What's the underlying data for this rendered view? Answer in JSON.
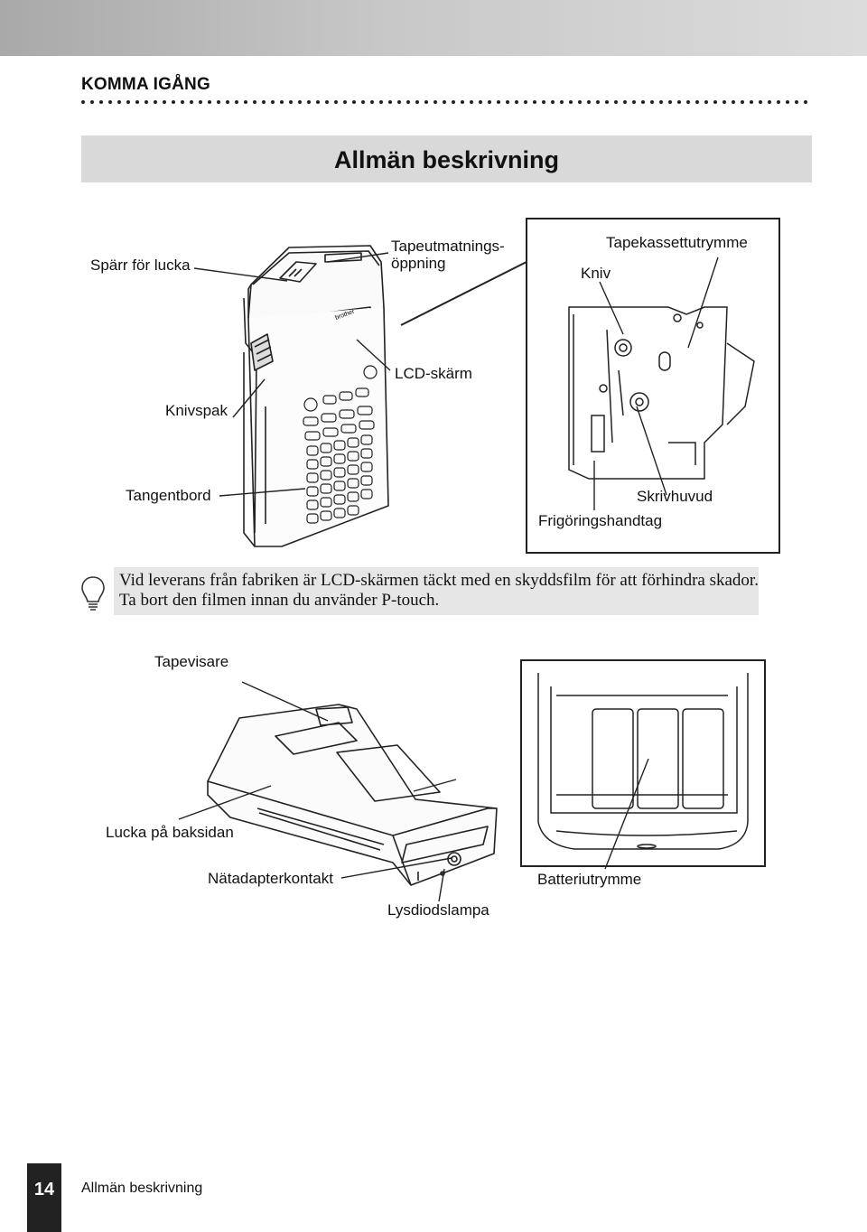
{
  "header": {
    "section": "KOMMA IGÅNG"
  },
  "title": "Allmän beskrivning",
  "labels": {
    "sparr": "Spärr för lucka",
    "tapeopening_1": "Tapeutmatnings-",
    "tapeopening_2": "öppning",
    "tapekassett": "Tapekassettutrymme",
    "kniv": "Kniv",
    "lcd": "LCD-skärm",
    "knivspak": "Knivspak",
    "tangentbord": "Tangentbord",
    "skrivhuvud": "Skrivhuvud",
    "frigoring": "Frigöringshandtag",
    "tapevisare": "Tapevisare",
    "lucka": "Lucka på baksidan",
    "natadapter": "Nätadapterkontakt",
    "batteri": "Batteriutrymme",
    "lysdiod": "Lysdiodslampa"
  },
  "note": {
    "line1": "Vid leverans från fabriken är LCD-skärmen täckt med en skyddsfilm för att förhindra skador.",
    "line2": "Ta bort den filmen innan du använder P-touch."
  },
  "footer": {
    "page_number": "14",
    "title": "Allmän beskrivning"
  },
  "device": {
    "brand_print": "brother"
  },
  "icons": {
    "tip": "lightbulb-icon"
  }
}
